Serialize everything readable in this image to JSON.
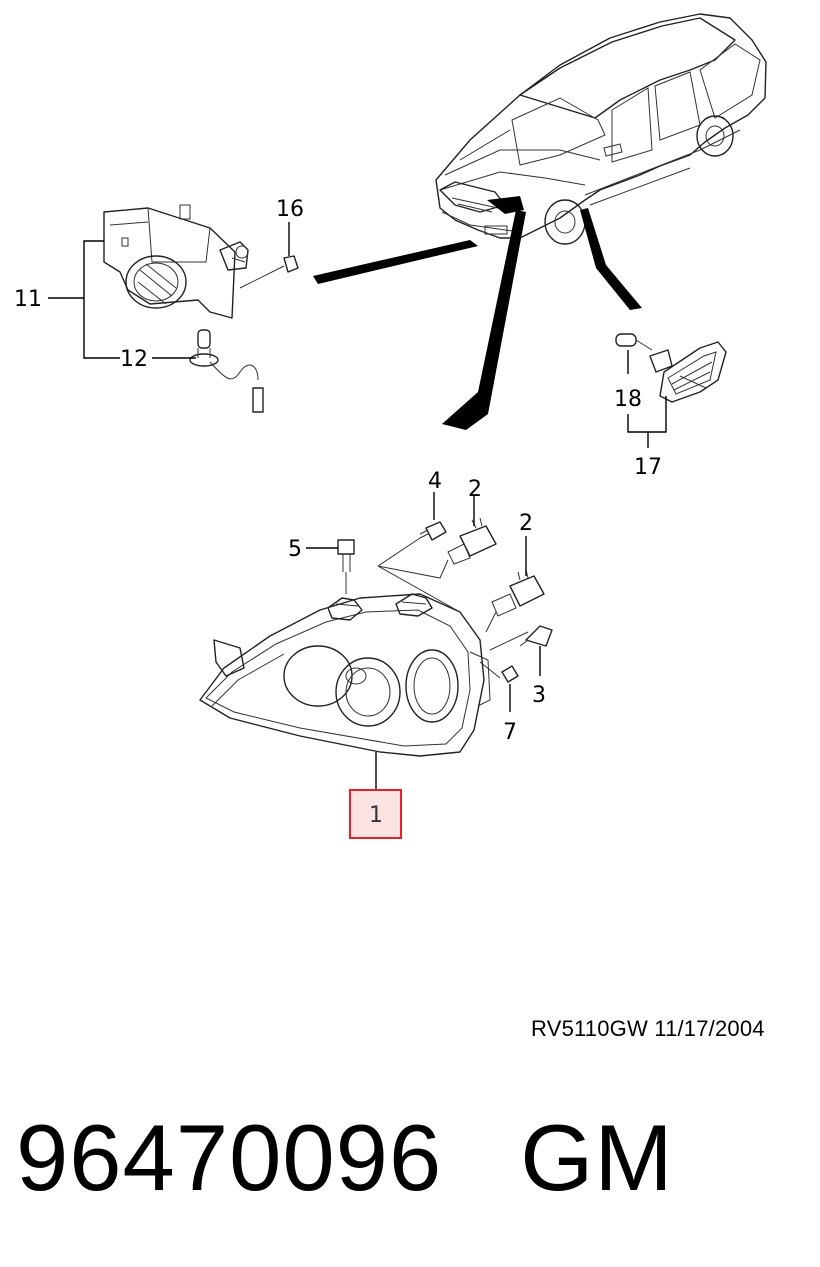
{
  "diagram": {
    "callouts": {
      "c1": "1",
      "c2a": "2",
      "c2b": "2",
      "c3": "3",
      "c4": "4",
      "c5": "5",
      "c7": "7",
      "c11": "11",
      "c12": "12",
      "c16": "16",
      "c17": "17",
      "c18": "18"
    },
    "highlight_color": "#e8202a",
    "highlight_fill": "#fbe3e4"
  },
  "footer": {
    "ref_code": "RV5110GW  11/17/2004",
    "part_number": "96470096",
    "brand": "GM"
  }
}
